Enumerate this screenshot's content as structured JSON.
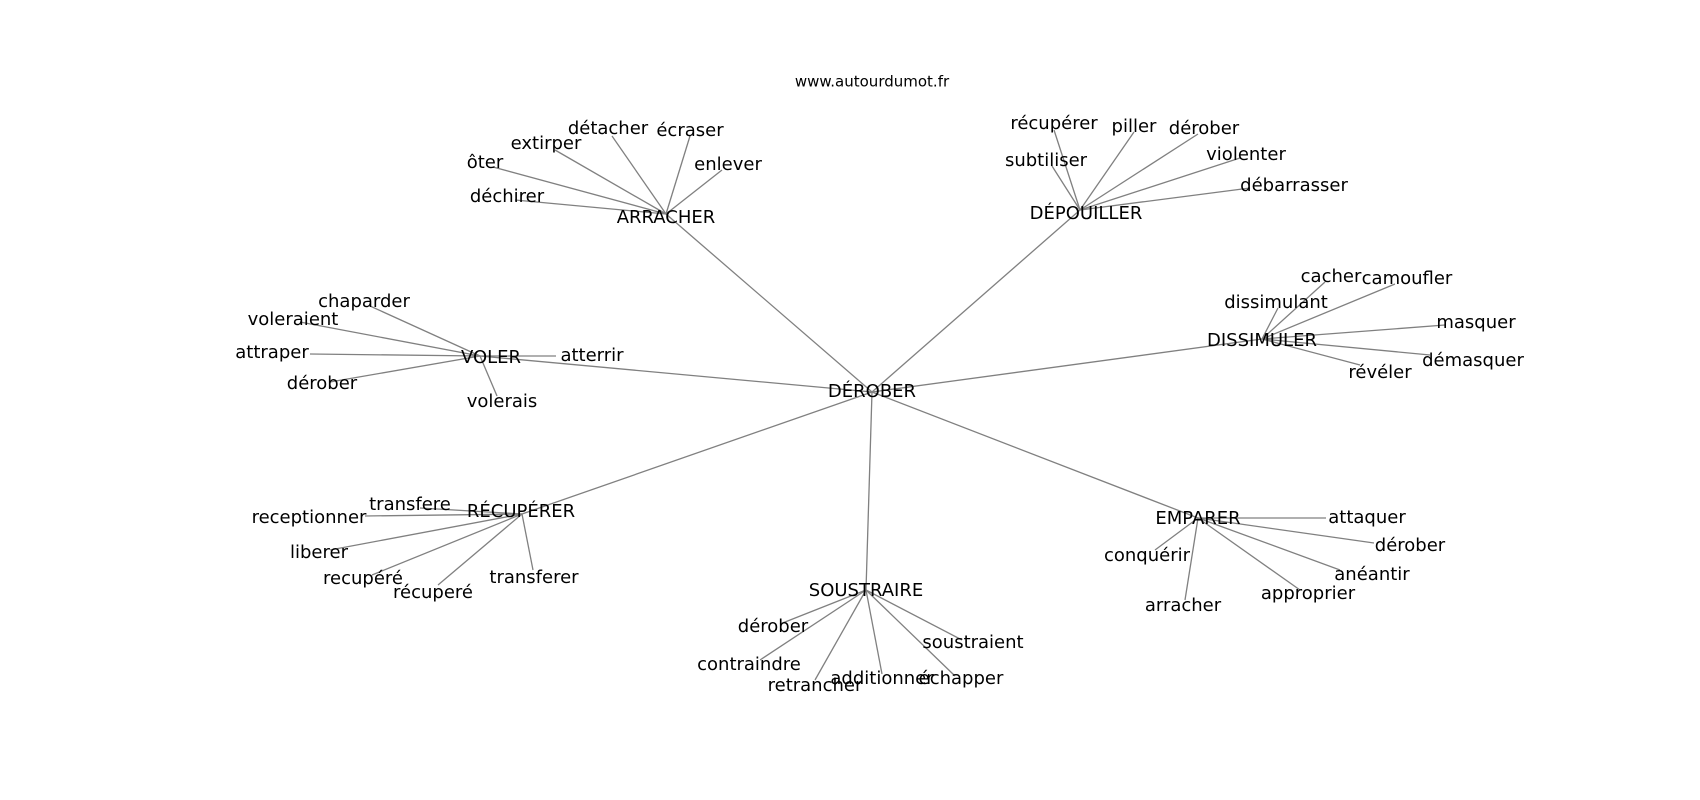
{
  "site": "www.autourdumot.fr",
  "colors": {
    "edge": "#808080",
    "text": "#000000",
    "background": "#ffffff"
  },
  "center": "DÉROBER",
  "clusters": [
    {
      "hub": "ARRACHER",
      "leaves": [
        "détacher",
        "écraser",
        "extirper",
        "ôter",
        "enlever",
        "déchirer"
      ]
    },
    {
      "hub": "DÉPOUILLER",
      "leaves": [
        "récupérer",
        "piller",
        "dérober",
        "subtiliser",
        "violenter",
        "débarrasser"
      ]
    },
    {
      "hub": "VOLER",
      "leaves": [
        "chaparder",
        "voleraient",
        "attraper",
        "dérober",
        "atterrir",
        "volerais"
      ]
    },
    {
      "hub": "DISSIMULER",
      "leaves": [
        "cacher",
        "camoufler",
        "dissimulant",
        "masquer",
        "démasquer",
        "révéler"
      ]
    },
    {
      "hub": "RÉCUPÉRER",
      "leaves": [
        "transfere",
        "receptionner",
        "liberer",
        "recupéré",
        "récuperé",
        "transferer"
      ]
    },
    {
      "hub": "EMPARER",
      "leaves": [
        "attaquer",
        "dérober",
        "conquérir",
        "anéantir",
        "approprier",
        "arracher"
      ]
    },
    {
      "hub": "SOUSTRAIRE",
      "leaves": [
        "dérober",
        "soustraient",
        "contraindre",
        "additionner",
        "échapper",
        "retrancher"
      ]
    }
  ]
}
